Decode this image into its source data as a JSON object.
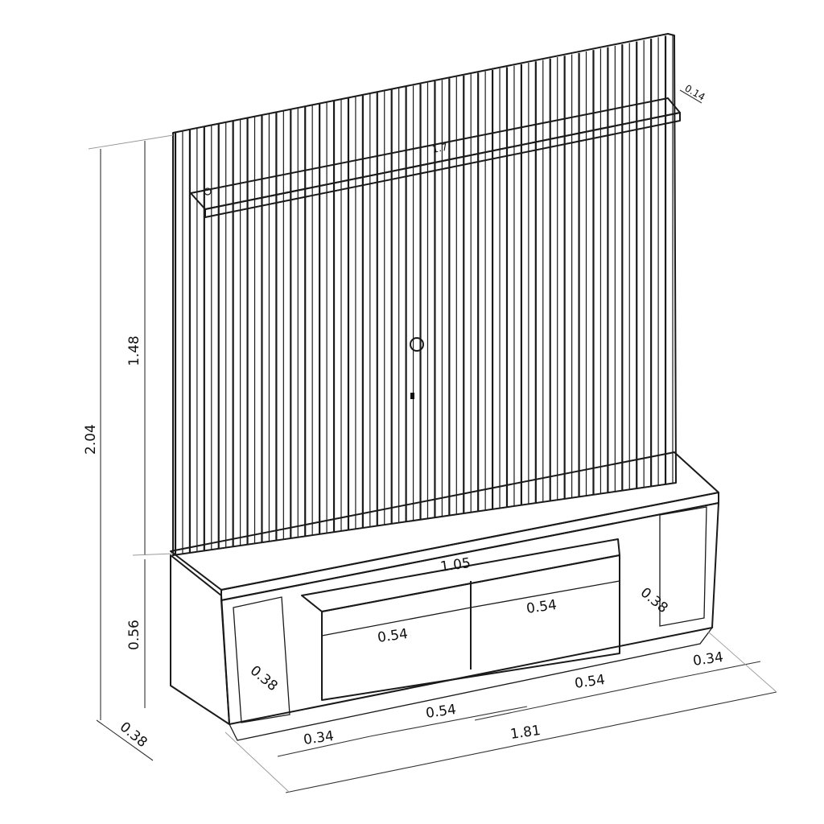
{
  "drawing": {
    "labels": {
      "shelf_depth": "0.14",
      "shelf_width": "1.7",
      "panel_height": "1.48",
      "total_height": "2.04",
      "rack_height": "0.56",
      "total_depth": "0.38",
      "inner_depth_left": "0.38",
      "inner_depth_right": "0.38",
      "drawer_block_width": "1.05",
      "drawer_left_width": "0.54",
      "drawer_right_width": "0.54",
      "bottom_left_niche": "0.34",
      "bottom_center_left": "0.54",
      "bottom_center_right": "0.54",
      "bottom_right_niche": "0.34",
      "total_width": "1.81"
    },
    "slat_count": 70,
    "line_color": "#1a1a1a"
  }
}
